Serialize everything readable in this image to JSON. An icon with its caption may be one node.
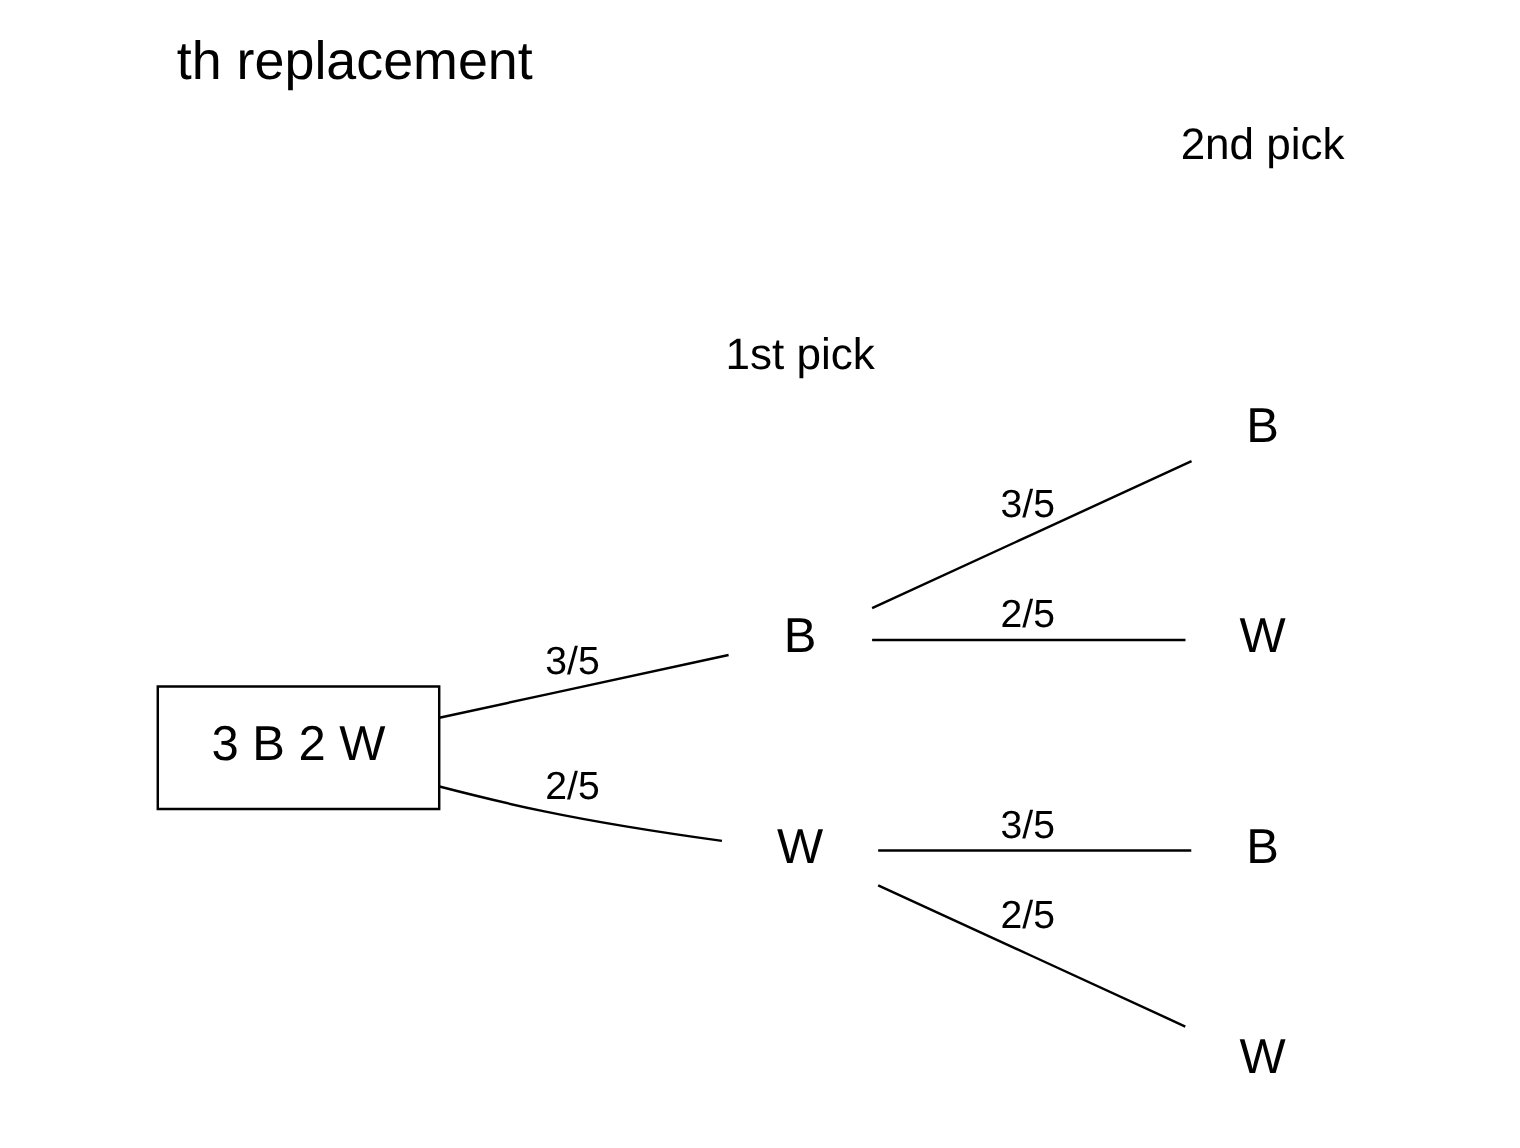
{
  "diagram": {
    "title": "th replacement",
    "nodes": [
      {
        "text": [
          "3 B 2 W"
        ]
      },
      {
        "text": [
          "B"
        ]
      },
      {
        "text": [
          "W"
        ]
      },
      {
        "text": [
          "B"
        ]
      },
      {
        "text": [
          "W"
        ]
      },
      {
        "text": [
          "B"
        ]
      },
      {
        "text": [
          "W"
        ]
      }
    ],
    "edges": [
      {
        "from": 0,
        "to": 1,
        "arrow": "none",
        "label": "3/5"
      },
      {
        "from": 0,
        "to": 2,
        "arrow": "none",
        "label": "2/5"
      },
      {
        "from": 1,
        "to": 3,
        "arrow": "none",
        "label": "3/5"
      },
      {
        "from": 1,
        "to": 4,
        "arrow": "none",
        "label": "2/5"
      },
      {
        "from": 2,
        "to": 5,
        "arrow": "none",
        "label": "3/5"
      },
      {
        "from": 2,
        "to": 6,
        "arrow": "none",
        "label": "2/5"
      }
    ],
    "labels": [
      "2nd pick",
      "1st pick"
    ]
  }
}
